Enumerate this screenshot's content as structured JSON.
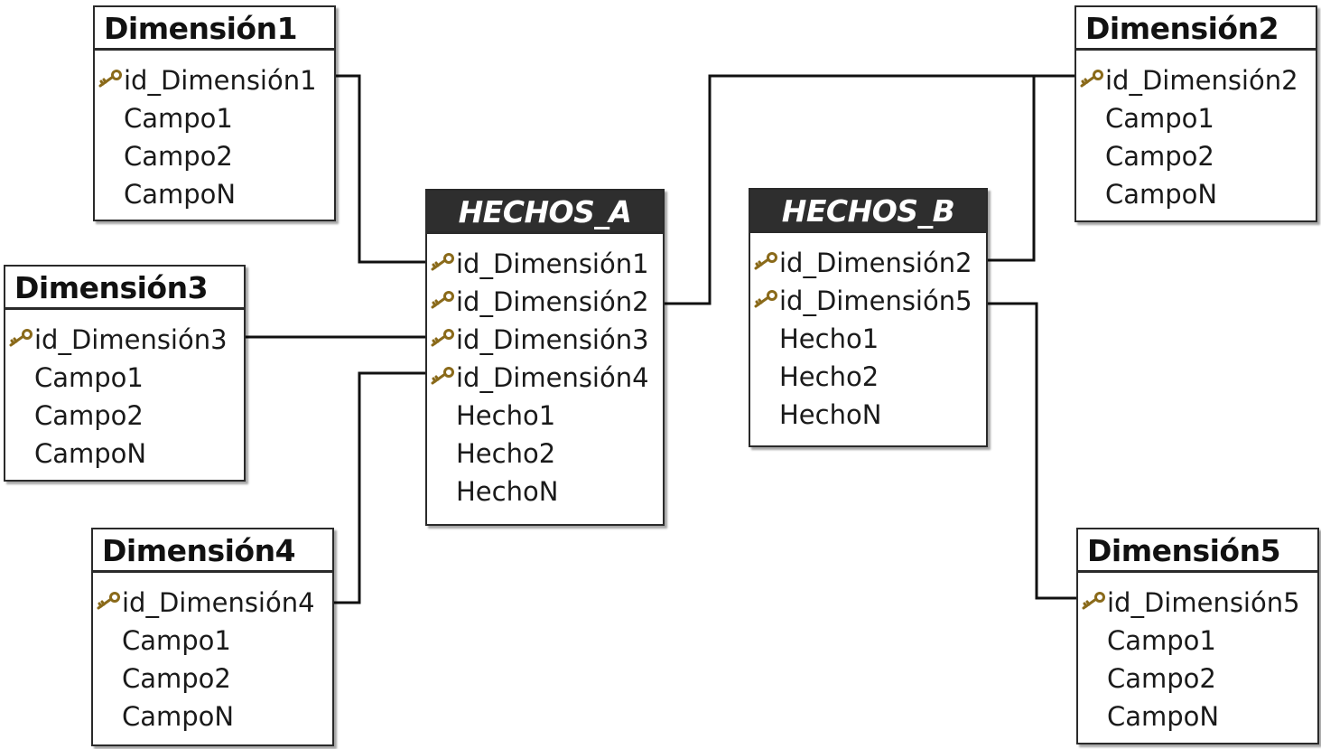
{
  "colors": {
    "line": "#111111",
    "fact_header_bg": "#2e2e2e",
    "fact_header_text": "#ffffff",
    "key": "#8a6a1a"
  },
  "icons": {
    "primary_key": "key-icon"
  },
  "tables": {
    "dim1": {
      "title": "Dimensión1",
      "rows": [
        {
          "text": "id_Dimensión1",
          "key": true
        },
        {
          "text": "Campo1",
          "key": false
        },
        {
          "text": "Campo2",
          "key": false
        },
        {
          "text": "CampoN",
          "key": false
        }
      ]
    },
    "dim2": {
      "title": "Dimensión2",
      "rows": [
        {
          "text": "id_Dimensión2",
          "key": true
        },
        {
          "text": "Campo1",
          "key": false
        },
        {
          "text": "Campo2",
          "key": false
        },
        {
          "text": "CampoN",
          "key": false
        }
      ]
    },
    "dim3": {
      "title": "Dimensión3",
      "rows": [
        {
          "text": "id_Dimensión3",
          "key": true
        },
        {
          "text": "Campo1",
          "key": false
        },
        {
          "text": "Campo2",
          "key": false
        },
        {
          "text": "CampoN",
          "key": false
        }
      ]
    },
    "dim4": {
      "title": "Dimensión4",
      "rows": [
        {
          "text": "id_Dimensión4",
          "key": true
        },
        {
          "text": "Campo1",
          "key": false
        },
        {
          "text": "Campo2",
          "key": false
        },
        {
          "text": "CampoN",
          "key": false
        }
      ]
    },
    "dim5": {
      "title": "Dimensión5",
      "rows": [
        {
          "text": "id_Dimensión5",
          "key": true
        },
        {
          "text": "Campo1",
          "key": false
        },
        {
          "text": "Campo2",
          "key": false
        },
        {
          "text": "CampoN",
          "key": false
        }
      ]
    },
    "hechos_a": {
      "title": "HECHOS_A",
      "rows": [
        {
          "text": "id_Dimensión1",
          "key": true
        },
        {
          "text": "id_Dimensión2",
          "key": true
        },
        {
          "text": "id_Dimensión3",
          "key": true
        },
        {
          "text": "id_Dimensión4",
          "key": true
        },
        {
          "text": "Hecho1",
          "key": false
        },
        {
          "text": "Hecho2",
          "key": false
        },
        {
          "text": "HechoN",
          "key": false
        }
      ]
    },
    "hechos_b": {
      "title": "HECHOS_B",
      "rows": [
        {
          "text": "id_Dimensión2",
          "key": true
        },
        {
          "text": "id_Dimensión5",
          "key": true
        },
        {
          "text": "Hecho1",
          "key": false
        },
        {
          "text": "Hecho2",
          "key": false
        },
        {
          "text": "HechoN",
          "key": false
        }
      ]
    }
  },
  "relationships": [
    {
      "from": "dim1.id_Dimensión1",
      "to": "hechos_a.id_Dimensión1"
    },
    {
      "from": "dim2.id_Dimensión2",
      "to": "hechos_a.id_Dimensión2"
    },
    {
      "from": "dim3.id_Dimensión3",
      "to": "hechos_a.id_Dimensión3"
    },
    {
      "from": "dim4.id_Dimensión4",
      "to": "hechos_a.id_Dimensión4"
    },
    {
      "from": "dim2.id_Dimensión2",
      "to": "hechos_b.id_Dimensión2"
    },
    {
      "from": "dim5.id_Dimensión5",
      "to": "hechos_b.id_Dimensión5"
    }
  ]
}
